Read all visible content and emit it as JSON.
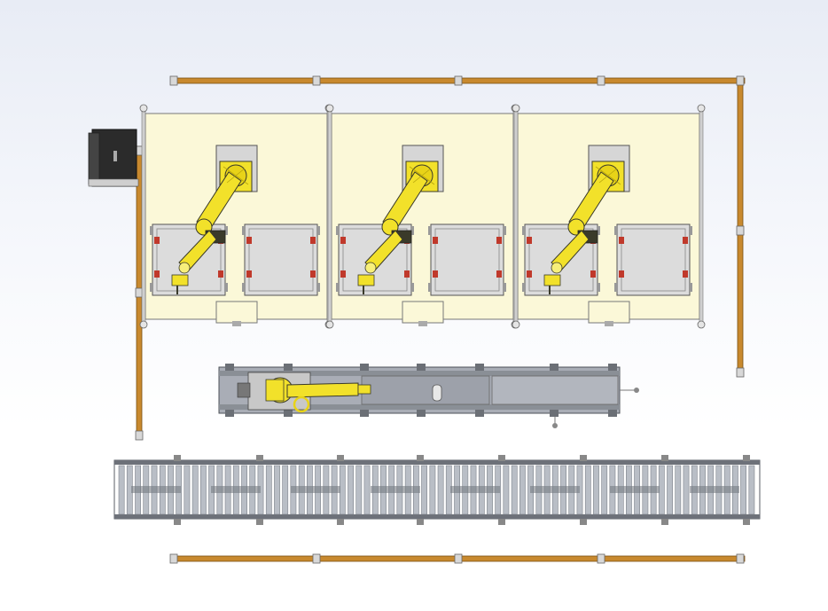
{
  "scene": {
    "view": "top-view",
    "background_top": "#e6eaf4",
    "background_bottom": "#ffffff"
  },
  "colors": {
    "fence_rail": "#c8892e",
    "fence_rail_edge": "#7a4f12",
    "cell_floor": "#fbf8d8",
    "cell_outline": "#555555",
    "fixture_plate": "#dcdcdc",
    "robot_yellow": "#f2e12a",
    "robot_dark": "#3a3a2a",
    "clamp_red": "#c0392b",
    "track_gray": "#8a8f96",
    "track_panel": "#a9adb6",
    "conveyor_roller": "#b9bec6",
    "conveyor_frame": "#5a5e66",
    "cabinet": "#2b2b2b"
  },
  "cells": [
    {
      "name": "welding-cell-1",
      "robot": "industrial-robot-arm",
      "fixtures": 2
    },
    {
      "name": "welding-cell-2",
      "robot": "industrial-robot-arm",
      "fixtures": 2
    },
    {
      "name": "welding-cell-3",
      "robot": "industrial-robot-arm",
      "fixtures": 2
    }
  ],
  "track": {
    "name": "linear-track-with-robot",
    "carriage": "robot-on-rail"
  },
  "conveyor": {
    "name": "roller-conveyor",
    "rollers": 78
  },
  "cabinet": {
    "name": "control-cabinet"
  },
  "icons": {
    "robot": "robot-arm-icon",
    "cabinet": "cabinet-icon",
    "conveyor": "conveyor-icon"
  }
}
